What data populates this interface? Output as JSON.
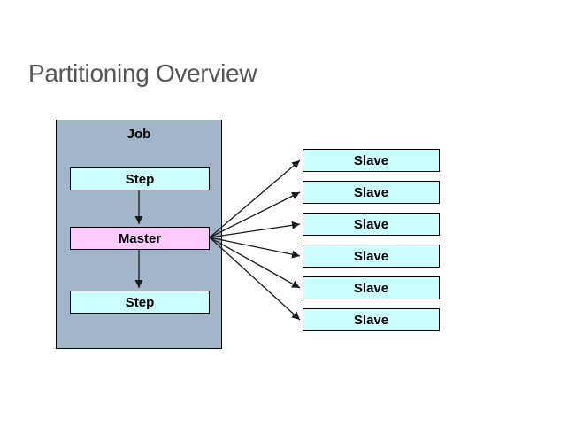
{
  "title": "Partitioning Overview",
  "diagram": {
    "job": {
      "label": "Job"
    },
    "step_top": {
      "label": "Step"
    },
    "master": {
      "label": "Master"
    },
    "step_bottom": {
      "label": "Step"
    },
    "slaves": [
      {
        "label": "Slave"
      },
      {
        "label": "Slave"
      },
      {
        "label": "Slave"
      },
      {
        "label": "Slave"
      },
      {
        "label": "Slave"
      },
      {
        "label": "Slave"
      }
    ]
  },
  "colors": {
    "background": "#FFFFFF",
    "title_text": "#555555",
    "job_fill": "#A3B6C9",
    "step_fill": "#CCFFFF",
    "master_fill": "#FFCCFF",
    "box_border": "#000000",
    "label_text": "#000000",
    "arrow": "#1A1A1A"
  }
}
